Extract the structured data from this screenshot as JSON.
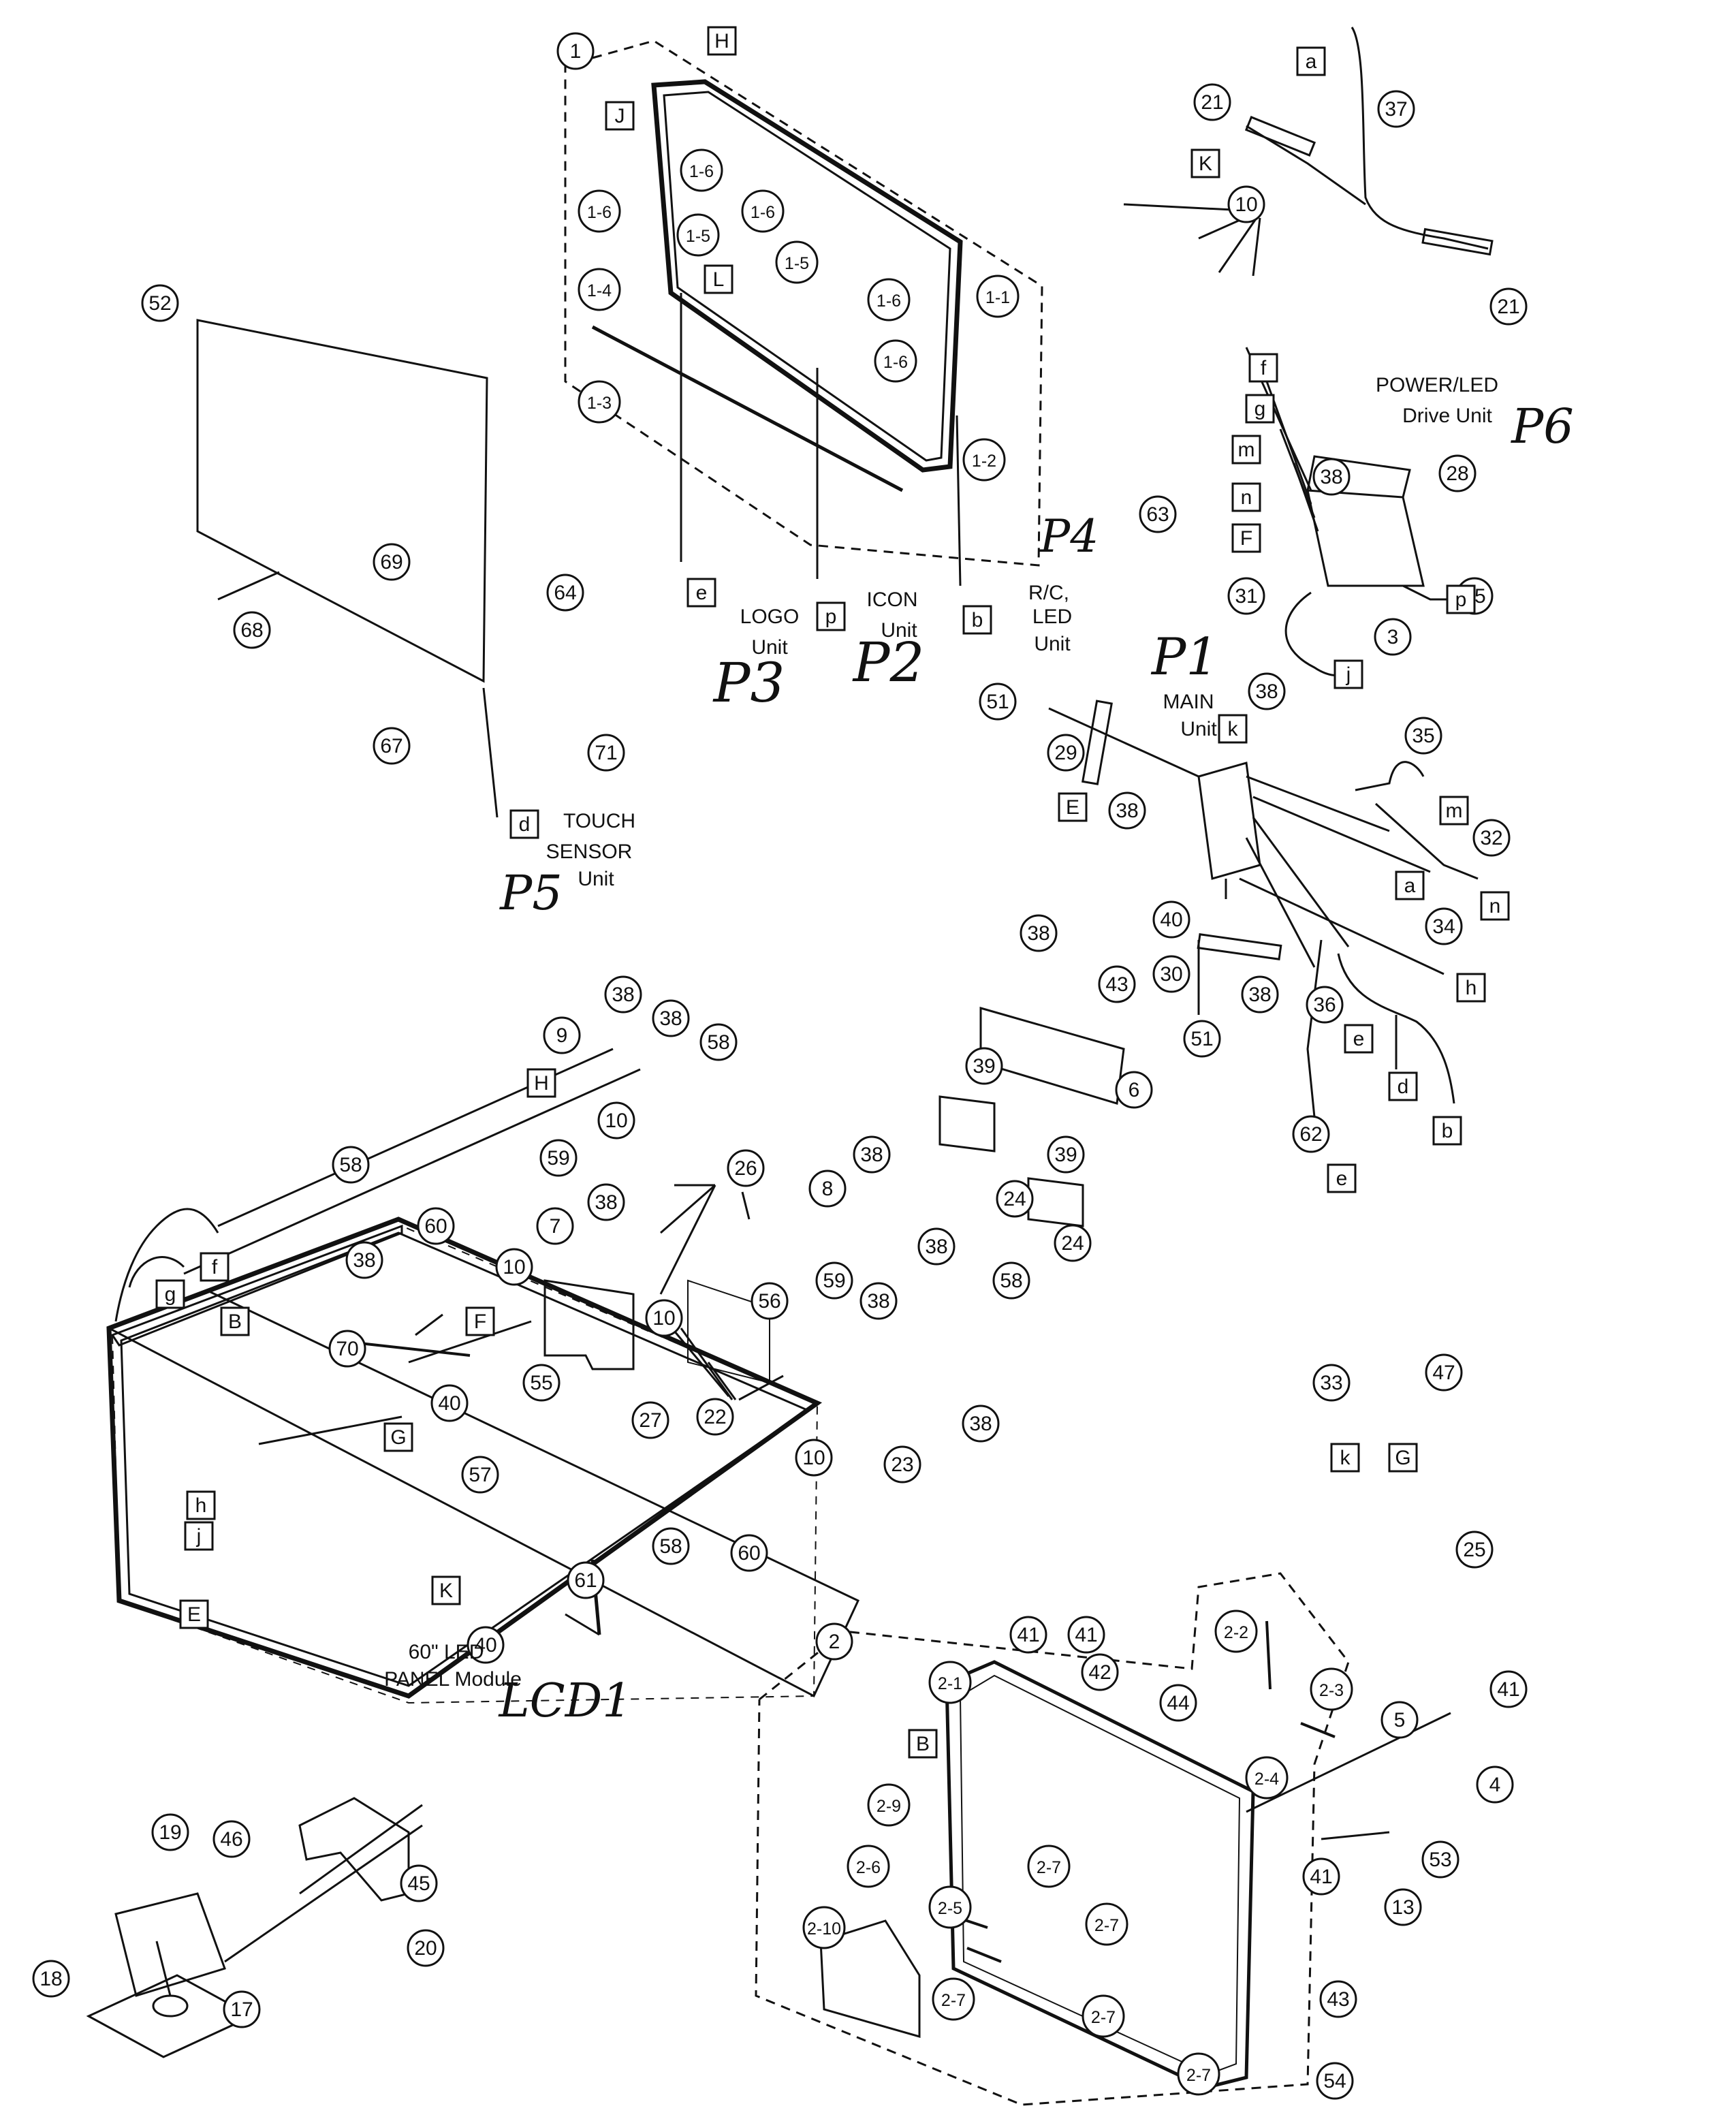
{
  "diagram": {
    "circle_labels": [
      "1",
      "1-6",
      "1-6",
      "1-6",
      "1-5",
      "1-5",
      "1-4",
      "1-3",
      "1-6",
      "1-1",
      "1-6",
      "1-2",
      "21",
      "37",
      "10",
      "21",
      "52",
      "69",
      "68",
      "64",
      "67",
      "71",
      "38",
      "28",
      "65",
      "3",
      "31",
      "63",
      "51",
      "29",
      "38",
      "38",
      "35",
      "32",
      "40",
      "34",
      "30",
      "38",
      "51",
      "36",
      "62",
      "38",
      "43",
      "6",
      "39",
      "24",
      "39",
      "24",
      "9",
      "38",
      "38",
      "58",
      "10",
      "59",
      "58",
      "26",
      "7",
      "38",
      "8",
      "38",
      "38",
      "60",
      "10",
      "10",
      "27",
      "22",
      "56",
      "38",
      "59",
      "58",
      "38",
      "70",
      "40",
      "55",
      "57",
      "23",
      "38",
      "10",
      "33",
      "47",
      "25",
      "40",
      "60",
      "58",
      "61",
      "2",
      "41",
      "41",
      "42",
      "44",
      "2-1",
      "2-2",
      "2-3",
      "41",
      "5",
      "4",
      "2-9",
      "2-4",
      "2-6",
      "2-7",
      "41",
      "53",
      "13",
      "2-10",
      "2-5",
      "2-7",
      "2-7",
      "2-7",
      "43",
      "2-7",
      "54",
      "19",
      "46",
      "45",
      "20",
      "18",
      "17"
    ],
    "box_labels": [
      "H",
      "J",
      "L",
      "a",
      "K",
      "f",
      "g",
      "m",
      "n",
      "F",
      "p",
      "e",
      "p",
      "b",
      "j",
      "d",
      "k",
      "E",
      "a",
      "n",
      "m",
      "h",
      "e",
      "d",
      "b",
      "e",
      "H",
      "f",
      "g",
      "B",
      "F",
      "G",
      "h",
      "j",
      "E",
      "K",
      "k",
      "G",
      "B"
    ],
    "unit_labels": [
      "LOGO",
      "Unit",
      "ICON",
      "Unit",
      "R/C,",
      "LED",
      "Unit",
      "POWER/LED",
      "Drive Unit",
      "MAIN",
      "Unit",
      "TOUCH",
      "SENSOR",
      "Unit",
      "60\" LED",
      "PANEL Module"
    ],
    "handwritten_labels": [
      "P6",
      "P4",
      "P1",
      "P3",
      "P2",
      "P5",
      "LCD1"
    ]
  }
}
